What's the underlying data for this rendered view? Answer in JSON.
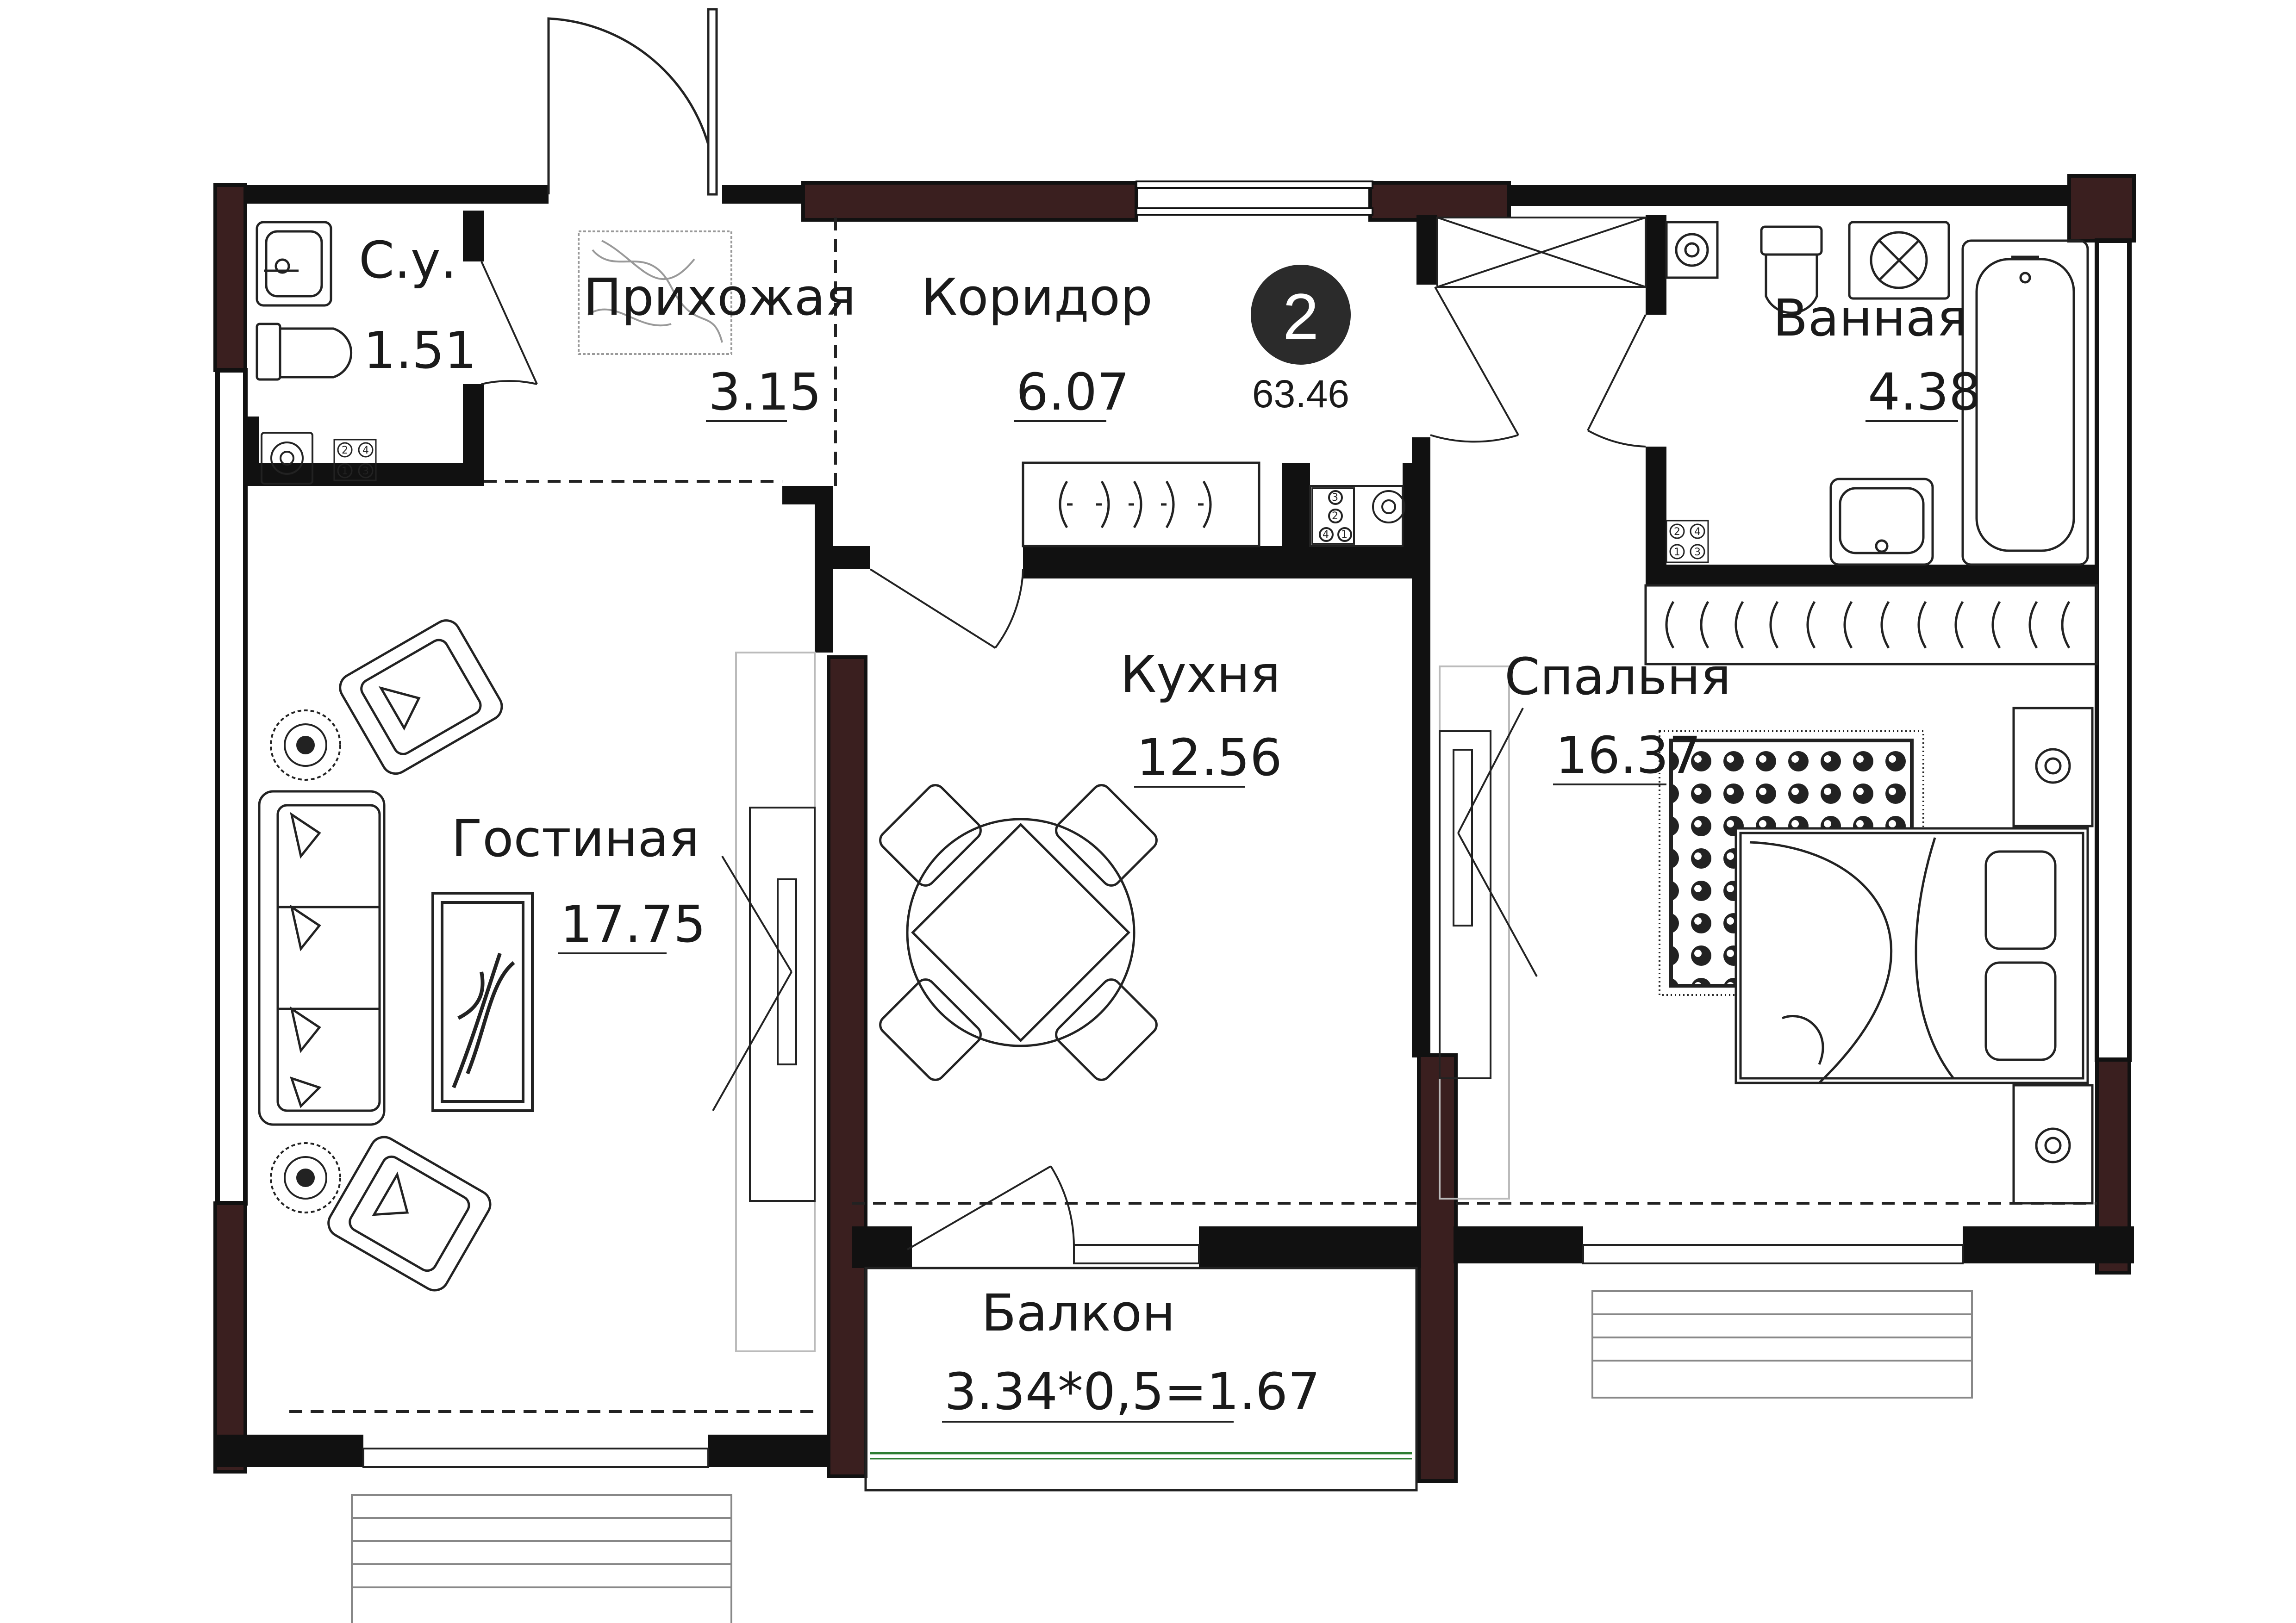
{
  "apartment": {
    "rooms_count": "2",
    "total_area": "63.46"
  },
  "rooms": {
    "bathroom_small": {
      "label": "С.у.",
      "area": "1.51"
    },
    "hallway": {
      "label": "Прихожая",
      "area": "3.15"
    },
    "corridor": {
      "label": "Коридор",
      "area": "6.07"
    },
    "bathroom": {
      "label": "Ванная",
      "area": "4.38"
    },
    "kitchen": {
      "label": "Кухня",
      "area": "12.56"
    },
    "living": {
      "label": "Гостиная",
      "area": "17.75"
    },
    "bedroom": {
      "label": "Спальня",
      "area": "16.37"
    },
    "balcony": {
      "label": "Балкон",
      "area": "3.34*0,5=1.67"
    }
  },
  "stove_numbers": [
    "2",
    "4",
    "1",
    "3"
  ],
  "stove_numbers_kitchen": [
    "3",
    "2",
    "4",
    "1"
  ],
  "colors": {
    "wall": "#111111",
    "wall_accent": "#3a1f1f",
    "badge": "#2b2b2b",
    "line": "#222222",
    "balcony_line": "#2e7d32"
  },
  "icons": [
    "sink-icon",
    "toilet-icon",
    "stove-icon",
    "bathtub-icon",
    "bed-icon",
    "armchair-icon",
    "sofa-icon",
    "dining-table-icon",
    "plant-icon",
    "wardrobe-icon",
    "tv-cabinet-icon",
    "rug-icon",
    "nightstand-icon",
    "door-swing-icon",
    "window-icon"
  ]
}
